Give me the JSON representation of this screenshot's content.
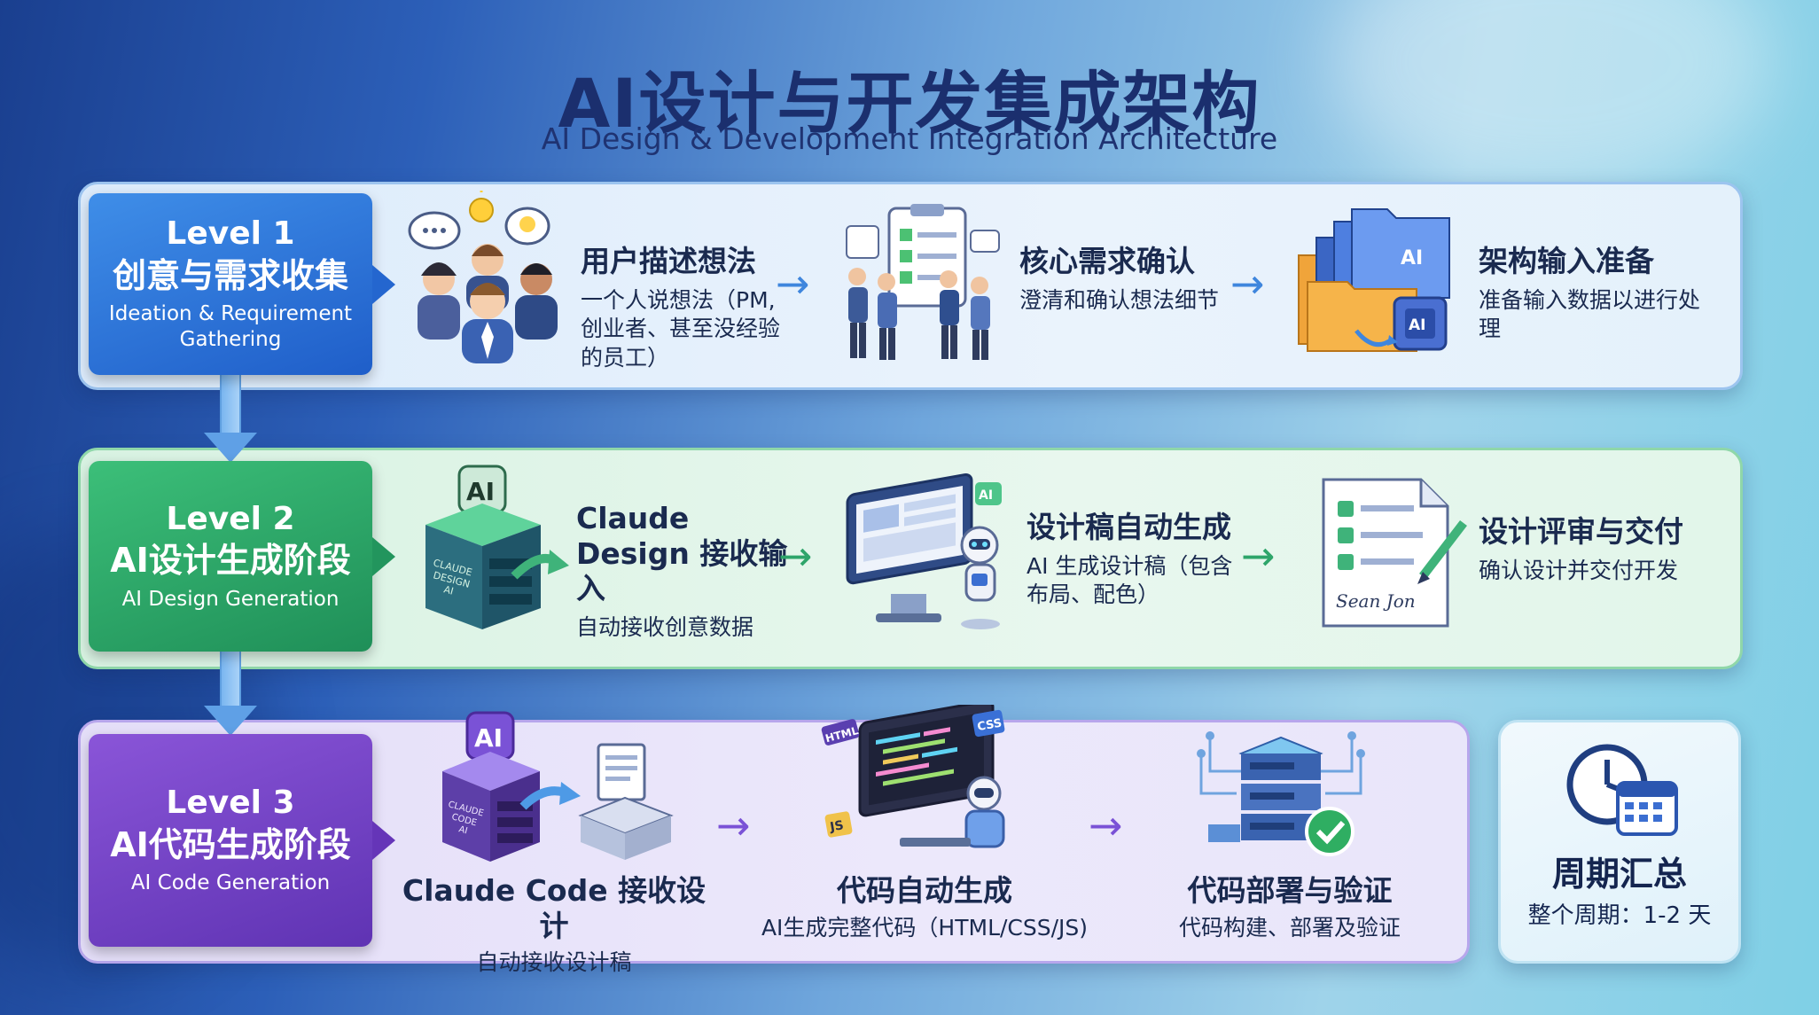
{
  "header": {
    "title": "AI设计与开发集成架构",
    "subtitle": "AI Design & Development Integration Architecture"
  },
  "levels": [
    {
      "title": "Level 1",
      "name_cn": "创意与需求收集",
      "name_en": "Ideation & Requirement Gathering",
      "color": "#2a6fd6",
      "steps": [
        {
          "icon": "team-ideas-icon",
          "title": "用户描述想法",
          "desc": "一个人说想法（PM, 创业者、甚至没经验的员工）"
        },
        {
          "icon": "checklist-meeting-icon",
          "title": "核心需求确认",
          "desc": "澄清和确认想法细节"
        },
        {
          "icon": "folders-ai-icon",
          "title": "架构输入准备",
          "desc": "准备输入数据以进行处理"
        }
      ]
    },
    {
      "title": "Level 2",
      "name_cn": "AI设计生成阶段",
      "name_en": "AI Design Generation",
      "color": "#26a164",
      "steps": [
        {
          "icon": "claude-design-server-icon",
          "title": "Claude Design 接收输入",
          "desc": "自动接收创意数据",
          "badge": "AI",
          "label": "CLAUDE DESIGN AI"
        },
        {
          "icon": "monitor-robot-icon",
          "title": "设计稿自动生成",
          "desc": "AI 生成设计稿（包含布局、配色）",
          "badge": "AI"
        },
        {
          "icon": "signed-document-icon",
          "title": "设计评审与交付",
          "desc": "确认设计并交付开发",
          "signature": "Sean Jon"
        }
      ]
    },
    {
      "title": "Level 3",
      "name_cn": "AI代码生成阶段",
      "name_en": "AI Code Generation",
      "color": "#6c3bbf",
      "steps": [
        {
          "icon": "claude-code-server-icon",
          "title": "Claude Code 接收设计",
          "desc": "自动接收设计稿",
          "badge": "AI",
          "label": "CLAUDE CODE AI"
        },
        {
          "icon": "code-robot-icon",
          "title": "代码自动生成",
          "desc": "AI生成完整代码（HTML/CSS/JS)",
          "tags": [
            "HTML",
            "CSS",
            "JS"
          ]
        },
        {
          "icon": "server-deploy-icon",
          "title": "代码部署与验证",
          "desc": "代码构建、部署及验证"
        }
      ]
    }
  ],
  "summary": {
    "icon": "clock-calendar-icon",
    "title": "周期汇总",
    "desc": "整个周期：1-2 天"
  }
}
